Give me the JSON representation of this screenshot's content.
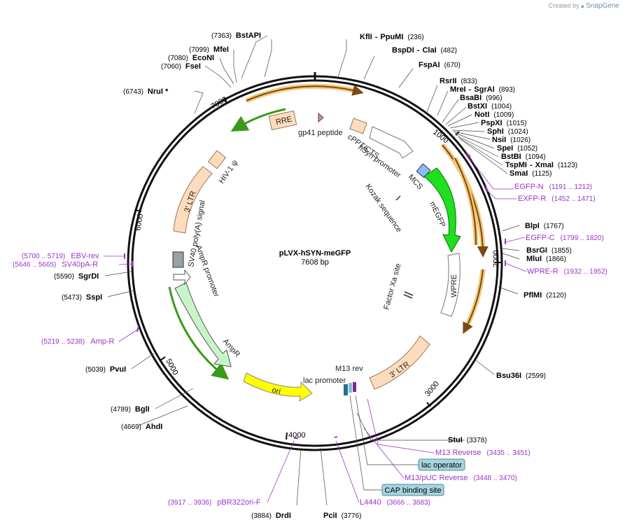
{
  "header": {
    "created_by": "Created by",
    "brand": "SnapGene"
  },
  "plasmid": {
    "name": "pLVX-hSYN-meGFP",
    "size_label": "7608 bp",
    "length": 7608
  },
  "ticks": [
    "1000",
    "2000",
    "3000",
    "4000",
    "5000",
    "6000",
    "7000"
  ],
  "sites": [
    {
      "name": "KflI",
      "pos": "(236)",
      "sep": "-",
      "name2": "PpuMI"
    },
    {
      "name": "BspDI",
      "pos": "(482)",
      "sep": "-",
      "name2": "ClaI"
    },
    {
      "name": "FspAI",
      "pos": "(670)"
    },
    {
      "name": "RsrII",
      "pos": "(833)"
    },
    {
      "name": "MreI",
      "pos": "(893)",
      "sep": "-",
      "name2": "SgrAI"
    },
    {
      "name": "BsaBI",
      "pos": "(996)"
    },
    {
      "name": "BstXI",
      "pos": "(1004)"
    },
    {
      "name": "NotI",
      "pos": "(1009)"
    },
    {
      "name": "PspXI",
      "pos": "(1015)"
    },
    {
      "name": "SphI",
      "pos": "(1024)"
    },
    {
      "name": "NsiI",
      "pos": "(1026)"
    },
    {
      "name": "SpeI",
      "pos": "(1052)"
    },
    {
      "name": "BstBI",
      "pos": "(1094)"
    },
    {
      "name": "TspMI",
      "pos": "(1123)",
      "sep": "-",
      "name2": "XmaI"
    },
    {
      "name": "SmaI",
      "pos": "(1125)"
    },
    {
      "name": "BlpI",
      "pos": "(1767)"
    },
    {
      "name": "BsrGI",
      "pos": "(1855)"
    },
    {
      "name": "MluI",
      "pos": "(1866)"
    },
    {
      "name": "PflMI",
      "pos": "(2120)"
    },
    {
      "name": "Bsu36I",
      "pos": "(2599)"
    },
    {
      "name": "StuI",
      "pos": "(3378)"
    },
    {
      "name": "PciI",
      "pos": "(3776)"
    },
    {
      "name": "DrdI",
      "pos": "(3884)"
    },
    {
      "name": "AhdI",
      "pos": "(4669)"
    },
    {
      "name": "BglI",
      "pos": "(4789)"
    },
    {
      "name": "PvuI",
      "pos": "(5039)"
    },
    {
      "name": "SspI",
      "pos": "(5473)"
    },
    {
      "name": "SgrDI",
      "pos": "(5590)"
    },
    {
      "name": "NruI *",
      "pos": "(6743)"
    },
    {
      "name": "FseI",
      "pos": "(7060)"
    },
    {
      "name": "EcoNI",
      "pos": "(7080)"
    },
    {
      "name": "MfeI",
      "pos": "(7099)"
    },
    {
      "name": "BstAPI",
      "pos": "(7363)"
    }
  ],
  "primers": [
    {
      "name": "EGFP-N",
      "pos": "(1191 .. 1212)"
    },
    {
      "name": "EXFP-R",
      "pos": "(1452 .. 1471)"
    },
    {
      "name": "EGFP-C",
      "pos": "(1799 .. 1820)"
    },
    {
      "name": "WPRE-R",
      "pos": "(1932 .. 1952)"
    },
    {
      "name": "M13 Reverse",
      "pos": "(3435 .. 3451)"
    },
    {
      "name": "M13/pUC Reverse",
      "pos": "(3448 .. 3470)"
    },
    {
      "name": "L4440",
      "pos": "(3666 .. 3683)"
    },
    {
      "name": "pBR322ori-F",
      "pos": "(3917 .. 3936)"
    },
    {
      "name": "Amp-R",
      "pos": "(5219 .. 5238)"
    },
    {
      "name": "SV40pA-R",
      "pos": "(5646 .. 5665)"
    },
    {
      "name": "EBV-rev",
      "pos": "(5700 .. 5719)"
    }
  ],
  "boxes": [
    {
      "name": "lac operator"
    },
    {
      "name": "CAP binding site"
    }
  ],
  "features": {
    "rre": "RRE",
    "gp41": "gp41 peptide",
    "cppt": "cPPT/CTS",
    "hsyn": "hSyn promoter",
    "mcs": "MCS",
    "kozak": "Kozak sequence",
    "megfp": "mEGFP",
    "wpre": "WPRE",
    "factorxa": "Factor Xa site",
    "ltr3": "3' LTR",
    "m13rev": "M13 rev",
    "lacprom": "lac promoter",
    "ori": "ori",
    "ampr": "AmpR",
    "amprprom": "AmpR promoter",
    "sv40": "SV40 poly(A) signal",
    "ltr3b": "3' LTR",
    "hiv": "HIV-1 ψ"
  },
  "colors": {
    "orange_arrow": "#e3a030",
    "green_arrow": "#3a9a1a",
    "egfp": "#1ee01e",
    "ltr": "#fcdcbc",
    "ori": "#ffff00",
    "ampr": "#c8f5c8",
    "mcs": "#8bbcf0",
    "primer": "#9a35c9",
    "box": "#a6d4df"
  }
}
